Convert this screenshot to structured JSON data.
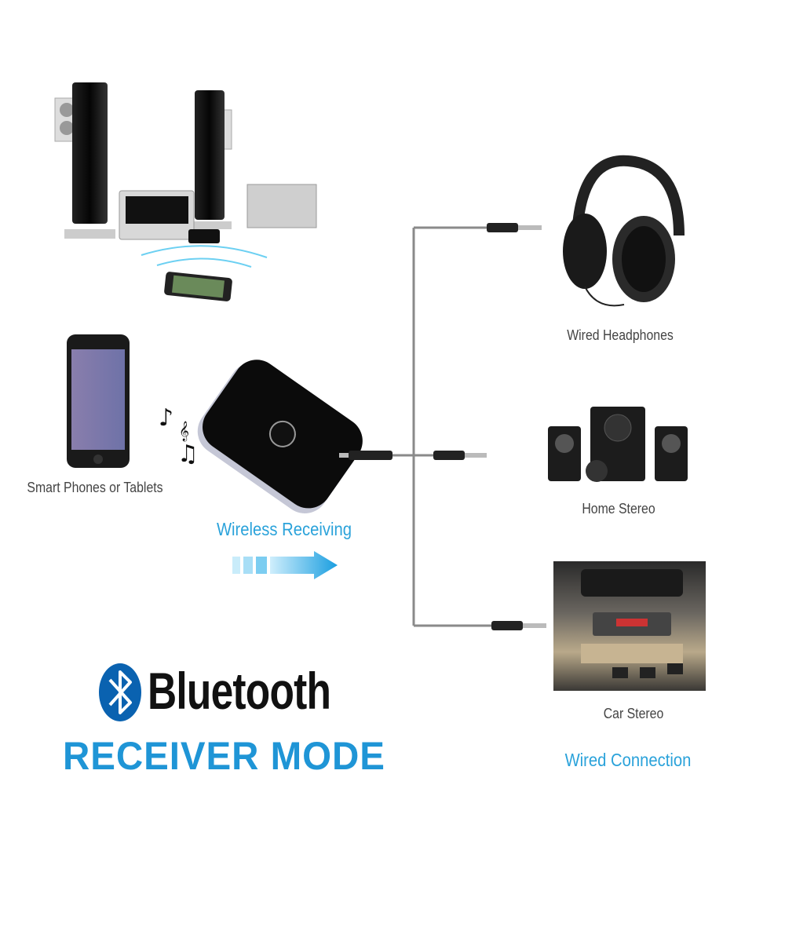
{
  "labels": {
    "phone": "Smart Phones or Tablets",
    "wireless": "Wireless Receiving",
    "headphones": "Wired Headphones",
    "home_stereo": "Home Stereo",
    "car_stereo": "Car Stereo",
    "wired": "Wired Connection"
  },
  "brand": {
    "word": "Bluetooth",
    "mode": "RECEIVER  MODE"
  },
  "colors": {
    "accent_blue": "#2aa2da",
    "mode_blue": "#1f95d6",
    "bt_logo": "#0a62b0",
    "cable": "#8a8a8a"
  }
}
